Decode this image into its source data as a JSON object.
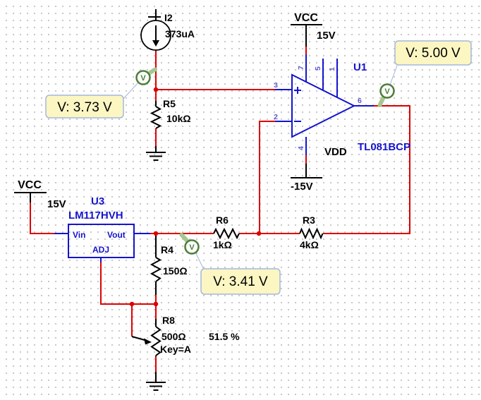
{
  "colors": {
    "wire_red": "#dd0000",
    "symbol_blue": "#1414cd",
    "probe_green": "#4e7d3c",
    "note_yellow": "#fcf6c3",
    "note_border": "#a3b7e0",
    "grid_dot": "#c9c9c9"
  },
  "power": {
    "vcc_opamp": {
      "label": "VCC",
      "value": "15V"
    },
    "vee_opamp": {
      "label": "-15V"
    },
    "vdd_label": "VDD",
    "vcc_reg": {
      "label": "VCC",
      "value": "15V"
    }
  },
  "components": {
    "i2": {
      "ref": "I2",
      "value": "373uA"
    },
    "r5": {
      "ref": "R5",
      "value": "10kΩ"
    },
    "r4": {
      "ref": "R4",
      "value": "150Ω"
    },
    "r6": {
      "ref": "R6",
      "value": "1kΩ"
    },
    "r3": {
      "ref": "R3",
      "value": "4kΩ"
    },
    "r8": {
      "ref": "R8",
      "value": "500Ω",
      "setting": "51.5 %",
      "key": "Key=A"
    },
    "u1": {
      "ref": "U1",
      "part": "TL081BCP",
      "pins": {
        "p1": "1",
        "p2": "2",
        "p3": "3",
        "p4": "4",
        "p5": "5",
        "p6": "6",
        "p7": "7"
      }
    },
    "u3": {
      "ref": "U3",
      "part": "LM117HVH",
      "pins": {
        "vin": "Vin",
        "vout": "Vout",
        "adj": "ADJ"
      }
    }
  },
  "probes": {
    "p1": {
      "glyph": "V",
      "reading": "V: 3.73 V"
    },
    "p2": {
      "glyph": "V",
      "reading": "V: 5.00 V"
    },
    "p3": {
      "glyph": "V",
      "reading": "V: 3.41 V"
    }
  }
}
